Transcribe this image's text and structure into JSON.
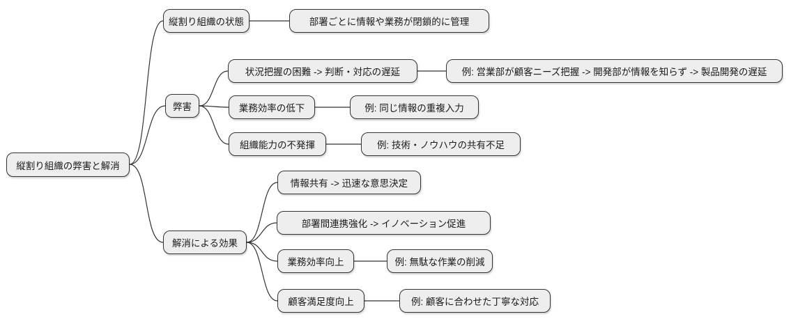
{
  "colors": {
    "background": "#ffffff",
    "node_fill": "#eeeeee",
    "node_border": "#333333",
    "edge": "#333333"
  },
  "mindmap": {
    "root": {
      "label": "縦割り組織の弊害と解消"
    },
    "branch_state": {
      "label": "縦割り組織の状態",
      "detail": "部署ごとに情報や業務が閉鎖的に管理"
    },
    "branch_heigai": {
      "label": "弊害",
      "items": [
        {
          "label": "状況把握の困難 -> 判断・対応の遅延",
          "example": "例: 営業部が顧客ニーズ把握 -> 開発部が情報を知らず -> 製品開発の遅延"
        },
        {
          "label": "業務効率の低下",
          "example": "例: 同じ情報の重複入力"
        },
        {
          "label": "組織能力の不発揮",
          "example": "例: 技術・ノウハウの共有不足"
        }
      ]
    },
    "branch_kaisho": {
      "label": "解消による効果",
      "items": [
        {
          "label": "情報共有 -> 迅速な意思決定"
        },
        {
          "label": "部署間連携強化 -> イノベーション促進"
        },
        {
          "label": "業務効率向上",
          "example": "例: 無駄な作業の削減"
        },
        {
          "label": "顧客満足度向上",
          "example": "例: 顧客に合わせた丁寧な対応"
        }
      ]
    }
  }
}
